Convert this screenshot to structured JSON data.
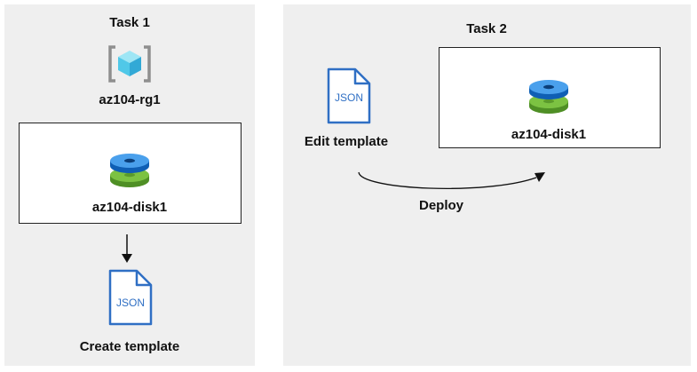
{
  "task1": {
    "title": "Task 1",
    "resource_group_label": "az104-rg1",
    "disk_label": "az104-disk1",
    "template_label": "Create template",
    "template_icon_text": "JSON"
  },
  "task2": {
    "title": "Task 2",
    "template_label": "Edit template",
    "template_icon_text": "JSON",
    "disk_label": "az104-disk1",
    "deploy_label": "Deploy"
  },
  "colors": {
    "panel_bg": "#efefef",
    "json_icon_blue": "#2f6fc4",
    "disk_blue": "#1f78d1",
    "disk_green": "#6cb33f",
    "cube_cyan": "#50c8e8"
  }
}
